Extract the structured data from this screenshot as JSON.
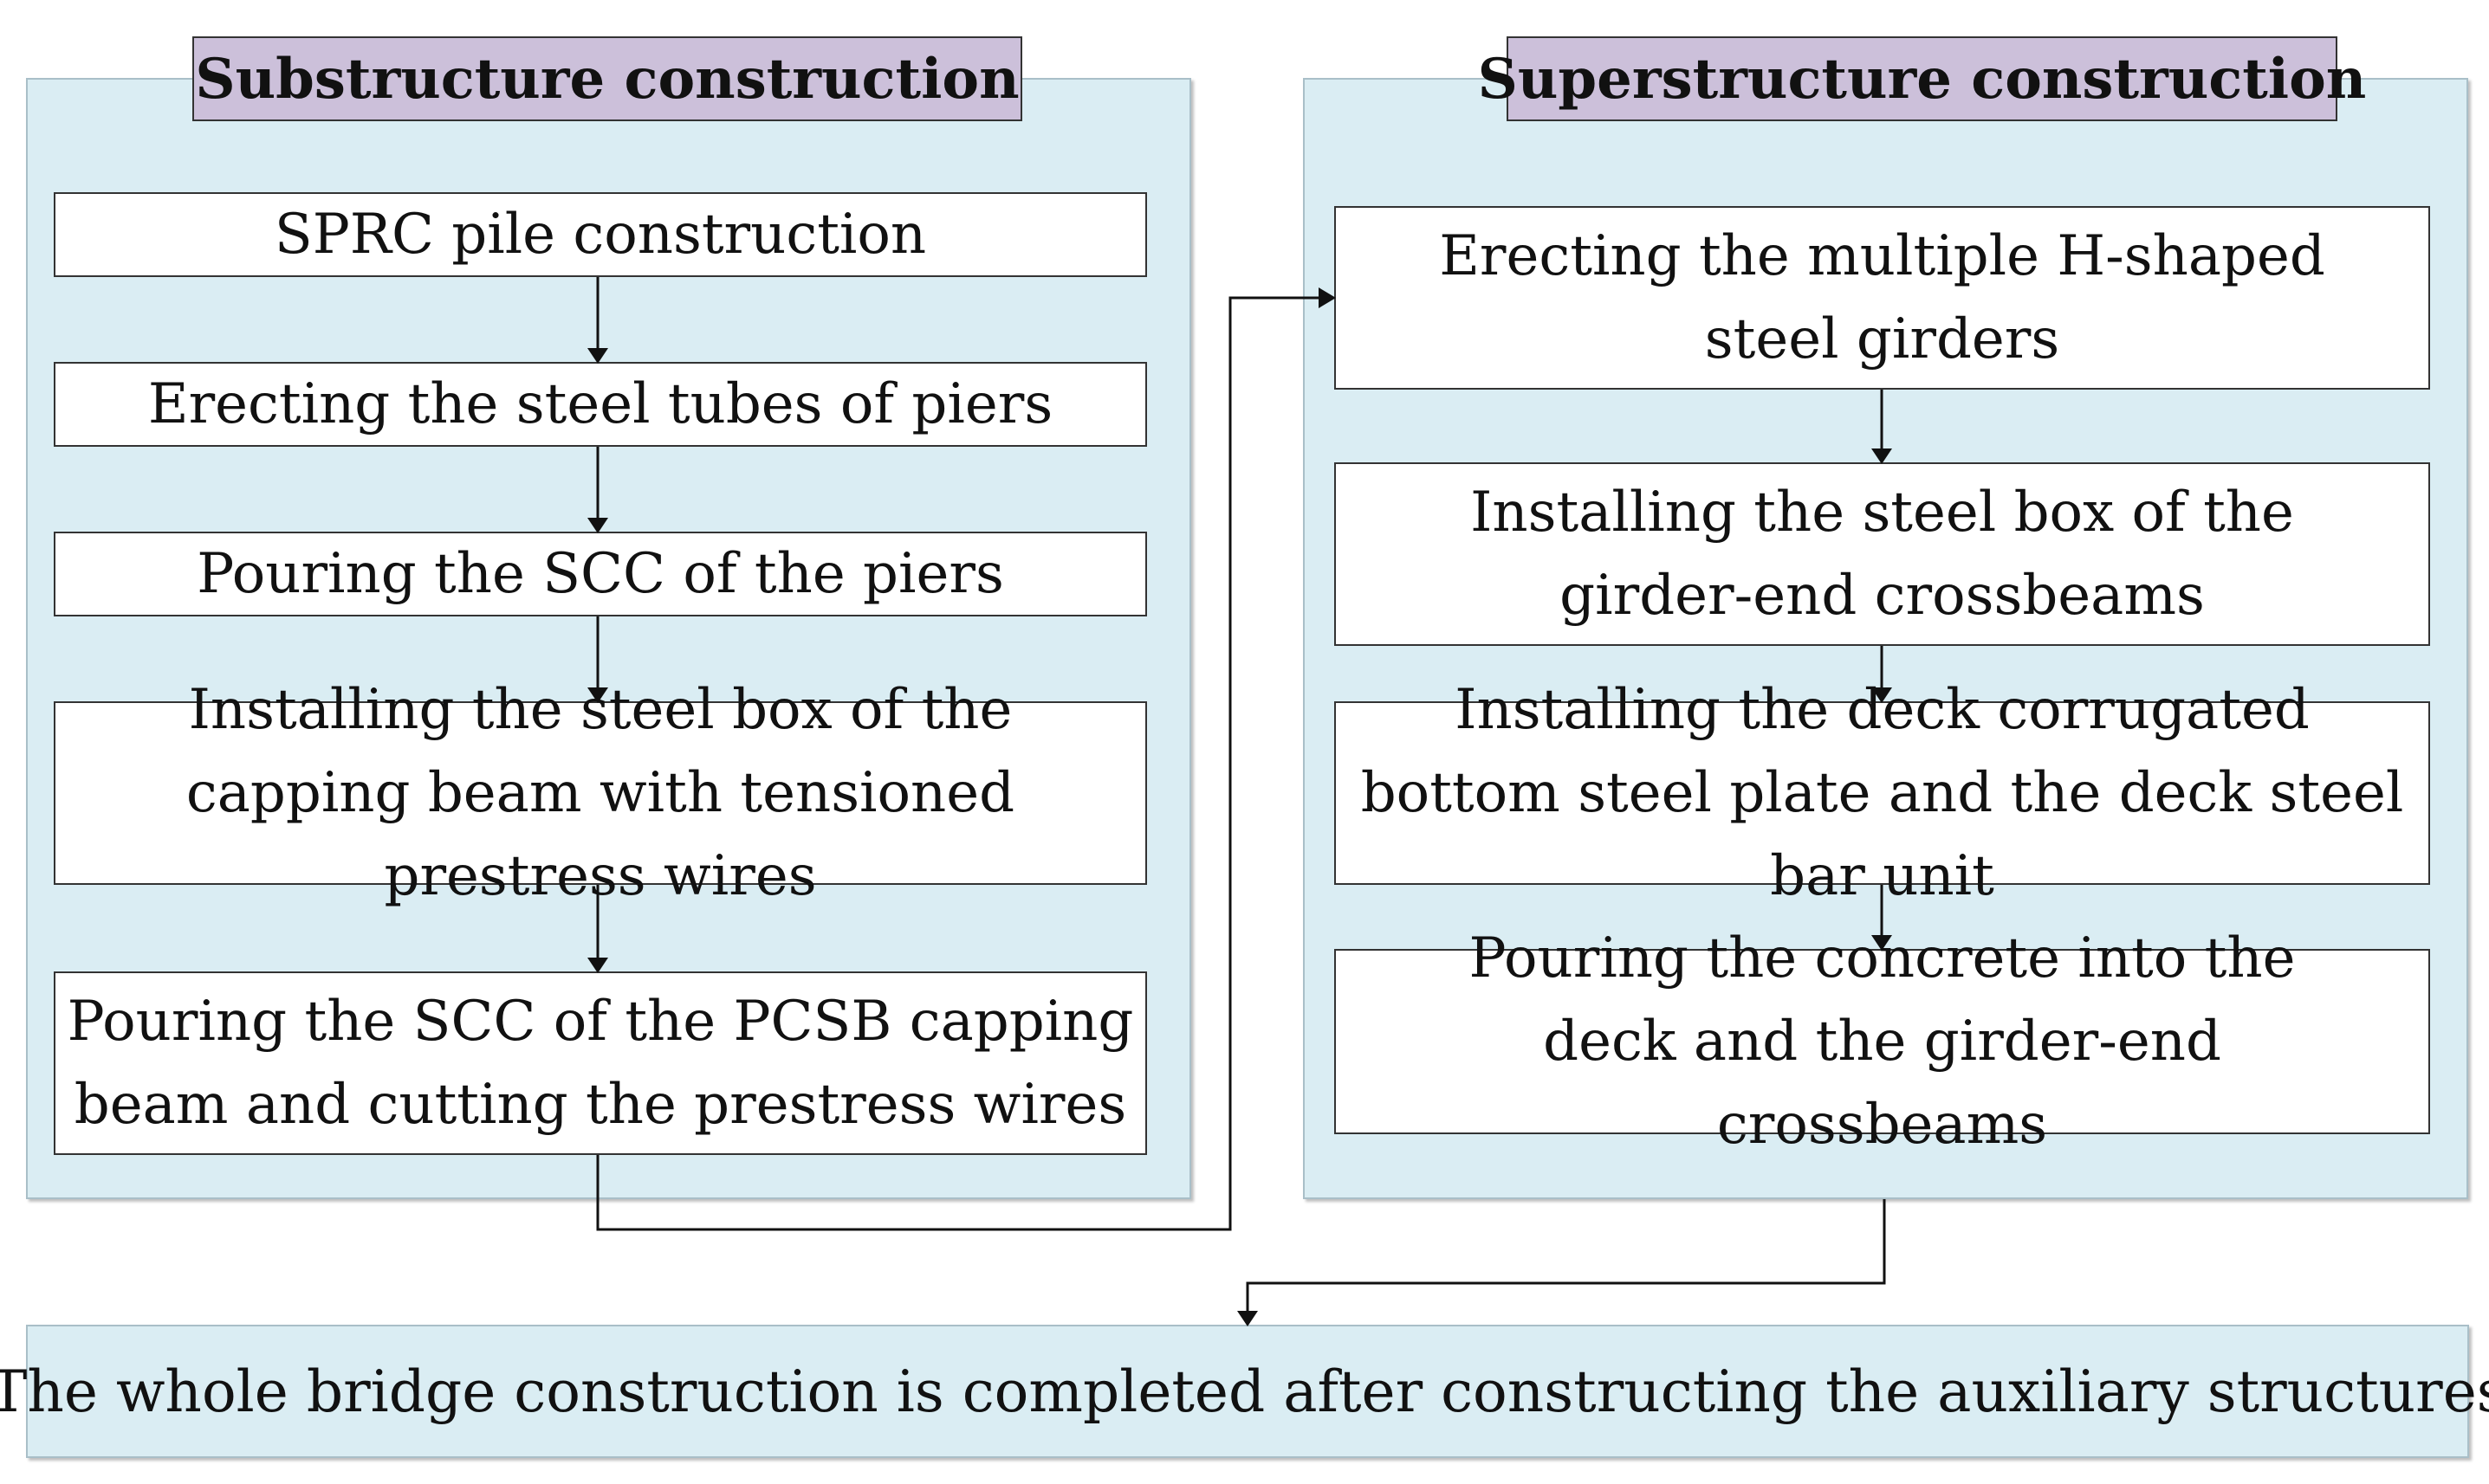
{
  "substructure": {
    "title": "Substructure construction",
    "steps": [
      "SPRC pile  construction",
      "Erecting the steel tubes of piers",
      "Pouring the SCC of the piers",
      "Installing the steel box of the capping beam with tensioned prestress wires",
      "Pouring the SCC of the PCSB capping beam and cutting the prestress wires"
    ]
  },
  "superstructure": {
    "title": "Superstructure construction",
    "steps": [
      "Erecting the multiple H-shaped steel girders",
      "Installing the steel box of the girder-end crossbeams",
      "Installing the deck corrugated bottom steel plate and the deck steel bar unit",
      "Pouring the concrete into the deck and the girder-end crossbeams"
    ]
  },
  "final_step": "The whole bridge construction is completed after constructing the auxiliary structures",
  "colors": {
    "panel_fill": "#daedf3",
    "title_fill": "#ccc0da",
    "box_fill": "#ffffff",
    "line": "#111111"
  }
}
